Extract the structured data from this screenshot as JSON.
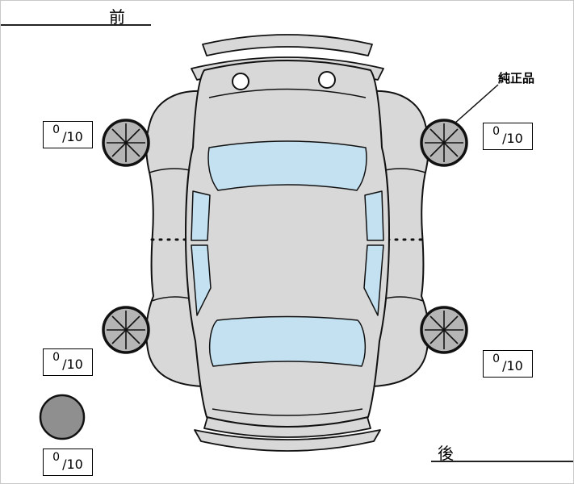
{
  "diagram": {
    "front_label": "前",
    "rear_label": "後",
    "genuine_label": "純正品"
  },
  "tread_readings": {
    "front_left": {
      "value": "0",
      "scale": "/10"
    },
    "front_right": {
      "value": "0",
      "scale": "/10"
    },
    "rear_left": {
      "value": "0",
      "scale": "/10"
    },
    "rear_right": {
      "value": "0",
      "scale": "/10"
    },
    "spare": {
      "value": "0",
      "scale": "/10"
    }
  },
  "colors": {
    "body": "#d8d8d8",
    "glass": "#c3e1f1",
    "wheel": "#b5b5b5",
    "spare": "#8f8f8f",
    "outline": "#111111",
    "background": "#ffffff"
  }
}
